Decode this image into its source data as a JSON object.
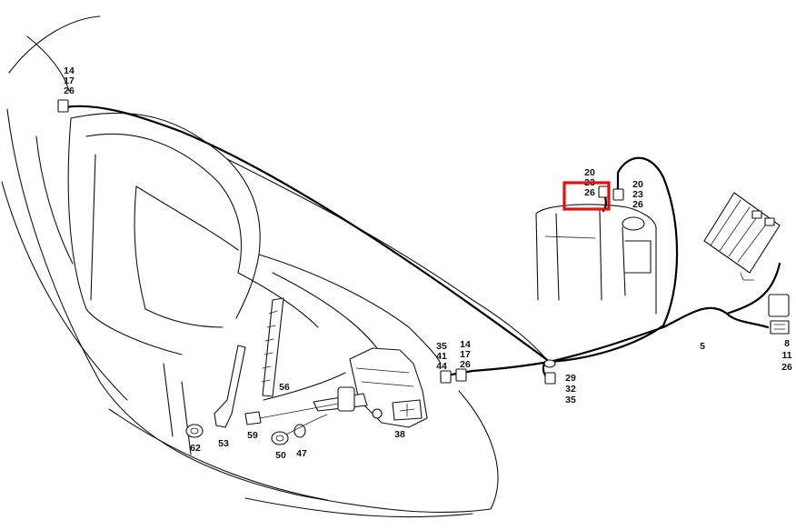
{
  "callouts": {
    "c1": [
      "14",
      "17",
      "26"
    ],
    "c2": [
      "20",
      "23",
      "26"
    ],
    "c3": [
      "20",
      "23",
      "26"
    ],
    "c4": [
      "35",
      "41",
      "44"
    ],
    "c5": [
      "14",
      "17",
      "26"
    ],
    "c6": [
      "29",
      "32",
      "35"
    ],
    "c7": [
      "8",
      "11",
      "26"
    ],
    "p5": "5",
    "p38": "38",
    "p47": "47",
    "p50": "50",
    "p53": "53",
    "p56": "56",
    "p59": "59",
    "p62": "62"
  },
  "highlight": {
    "color": "#e01010"
  }
}
